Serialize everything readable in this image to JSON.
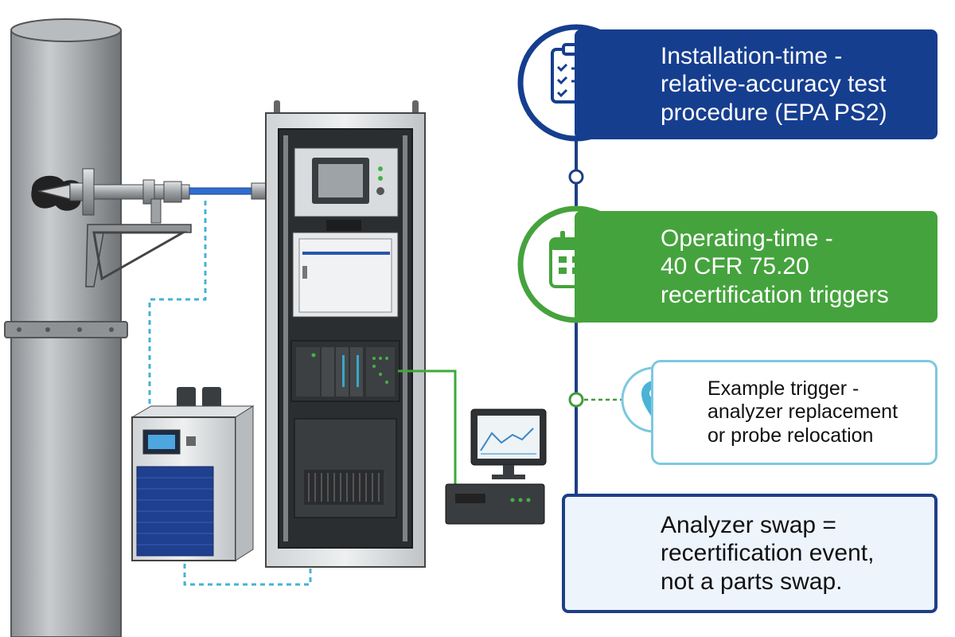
{
  "callouts": [
    {
      "lines": [
        "Installation-time -",
        "relative-accuracy test",
        "procedure (EPA PS2)"
      ],
      "icon": "clipboard-check-icon",
      "color": "#163e8f"
    },
    {
      "lines": [
        "Operating-time -",
        "40 CFR 75.20",
        "recertification triggers"
      ],
      "icon": "calendar-icon",
      "color": "#45a33d"
    },
    {
      "lines": [
        "Example trigger -",
        "analyzer replacement",
        "or probe relocation"
      ],
      "icon": "map-pin-icon",
      "color": "#5bbcd9"
    },
    {
      "lines": [
        "Analyzer swap =",
        "recertification event,",
        "not a parts swap."
      ],
      "icon": "megaphone-icon",
      "color": "#1d3f86"
    }
  ]
}
